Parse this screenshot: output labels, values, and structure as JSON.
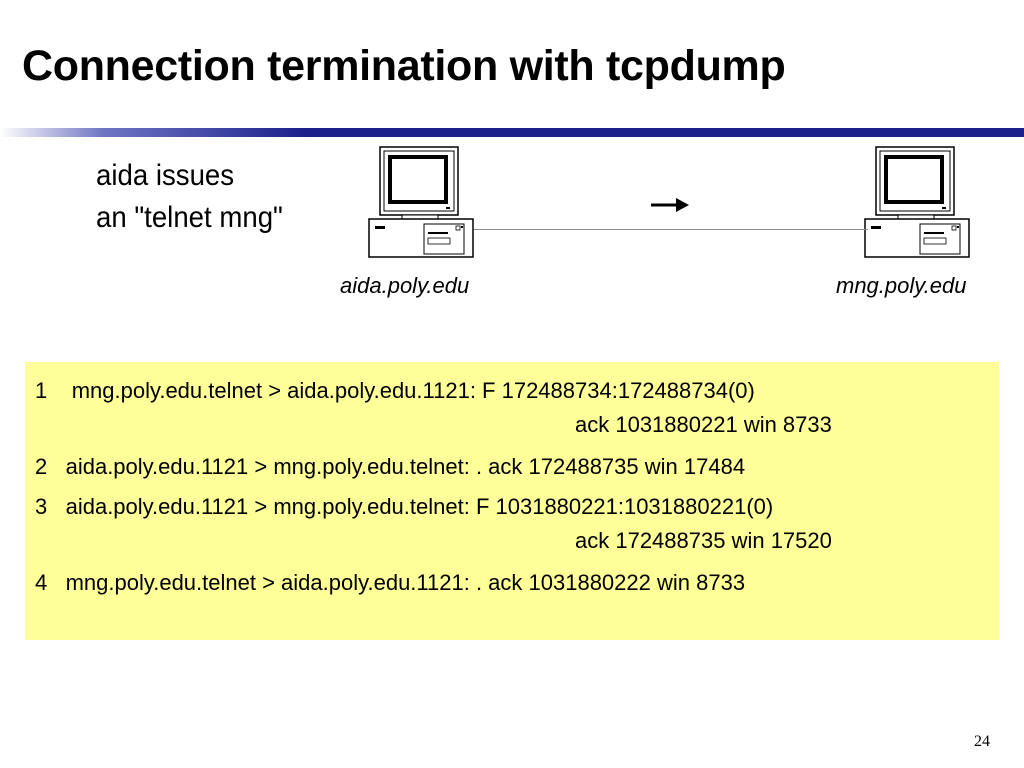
{
  "slide": {
    "title": "Connection termination with tcpdump",
    "intro_line1": "aida issues",
    "intro_line2": "an \"telnet mng\"",
    "client_host": "aida.poly.edu",
    "server_host": "mng.poly.edu",
    "page_number": "24"
  },
  "trace": [
    {
      "num": "1",
      "text": "mng.poly.edu.telnet > aida.poly.edu.1121: F 172488734:172488734(0)",
      "cont": "ack 1031880221 win 8733"
    },
    {
      "num": "2",
      "text": "aida.poly.edu.1121 > mng.poly.edu.telnet: . ack 172488735 win 17484",
      "cont": ""
    },
    {
      "num": "3",
      "text": "aida.poly.edu.1121 > mng.poly.edu.telnet: F 1031880221:1031880221(0)",
      "cont": "ack 172488735 win 17520"
    },
    {
      "num": "4",
      "text": "mng.poly.edu.telnet > aida.poly.edu.1121: . ack 1031880222 win 8733",
      "cont": ""
    }
  ],
  "icons": {
    "client": "desktop-computer-icon",
    "server": "desktop-computer-icon",
    "direction": "right-arrow-icon"
  },
  "colors": {
    "trace_background": "#ffff99",
    "rule_color": "#1a1f8a"
  }
}
